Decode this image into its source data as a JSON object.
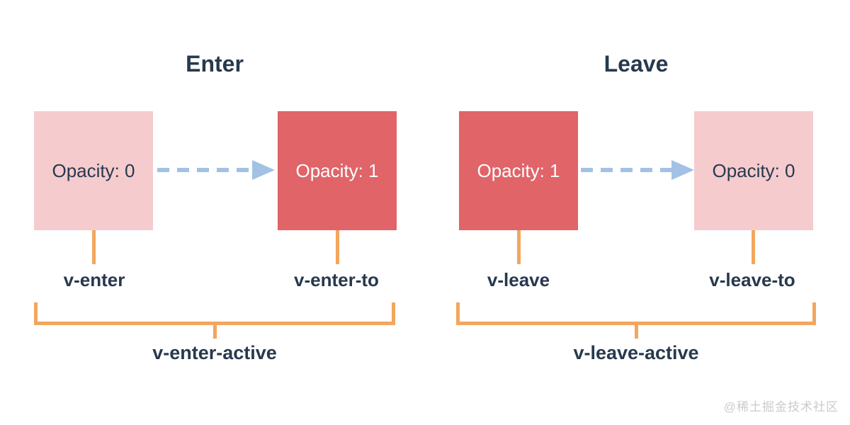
{
  "watermark": "@稀土掘金技术社区",
  "colors": {
    "title_text": "#27394e",
    "box_pink": "#f5cbce",
    "box_red": "#e06468",
    "box_text_dark": "#27394e",
    "box_text_light": "#ffffff",
    "arrow_blue": "#a2c1e5",
    "bracket_orange": "#f2a65e",
    "watermark_gray": "#cbcbcb"
  },
  "sections": [
    {
      "title": "Enter",
      "start_box": {
        "label": "Opacity: 0",
        "variant": "pink"
      },
      "end_box": {
        "label": "Opacity: 1",
        "variant": "red"
      },
      "arrow": "dashed-right",
      "start_label": "v-enter",
      "end_label": "v-enter-to",
      "active_label": "v-enter-active"
    },
    {
      "title": "Leave",
      "start_box": {
        "label": "Opacity: 1",
        "variant": "red"
      },
      "end_box": {
        "label": "Opacity: 0",
        "variant": "pink"
      },
      "arrow": "dashed-right",
      "start_label": "v-leave",
      "end_label": "v-leave-to",
      "active_label": "v-leave-active"
    }
  ]
}
